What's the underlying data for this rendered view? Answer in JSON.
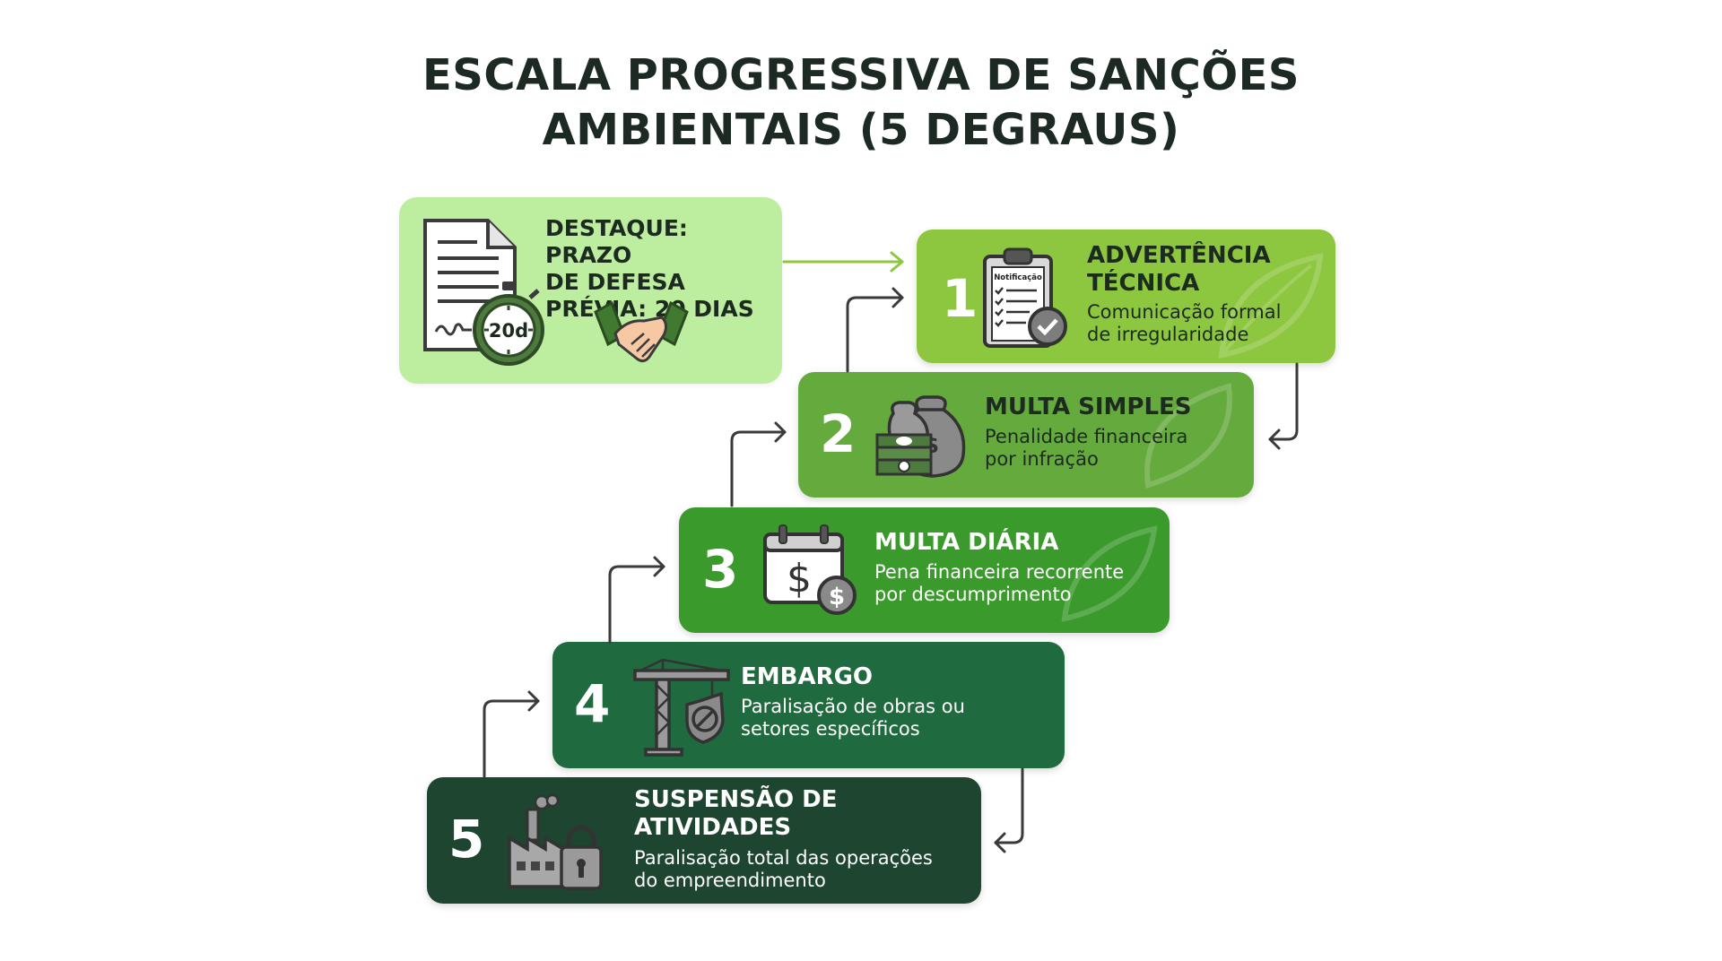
{
  "title": {
    "line1": "ESCALA PROGRESSIVA DE SANÇÕES",
    "line2": "AMBIENTAIS (5 DEGRAUS)"
  },
  "highlight": {
    "line1": "DESTAQUE: PRAZO",
    "line2": "DE DEFESA",
    "line3": "PRÉVIA: 20 DIAS",
    "timer_label": "20d",
    "icons": [
      "document-icon",
      "stopwatch-icon",
      "handshake-icon"
    ]
  },
  "steps": [
    {
      "number": "1",
      "head1": "ADVERTÊNCIA",
      "head2": "TÉCNICA",
      "desc1": "Comunicação formal",
      "desc2": "de irregularidade",
      "icon": "clipboard-check-icon",
      "icon_label": "Notificação",
      "color": "#8dc63f"
    },
    {
      "number": "2",
      "head1": "MULTA SIMPLES",
      "desc1": "Penalidade financeira",
      "desc2": "por infração",
      "icon": "money-bags-icon",
      "color": "#65aa3d"
    },
    {
      "number": "3",
      "head1": "MULTA DIÁRIA",
      "desc1": "Pena financeira recorrente",
      "desc2": "por descumprimento",
      "icon": "calendar-dollar-icon",
      "color": "#3a9a2b"
    },
    {
      "number": "4",
      "head1": "EMBARGO",
      "desc1": "Paralisação de obras ou",
      "desc2": "setores específicos",
      "icon": "crane-blocked-icon",
      "color": "#1f6a3e"
    },
    {
      "number": "5",
      "head1": "SUSPENSÃO DE",
      "head2": "ATIVIDADES",
      "desc1": "Paralisação total das operações",
      "desc2": "do empreendimento",
      "icon": "factory-lock-icon",
      "color": "#1d4530"
    }
  ]
}
